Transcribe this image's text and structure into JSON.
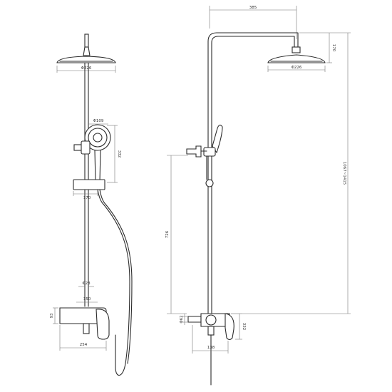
{
  "front_view": {
    "overhead_diameter": "Φ226",
    "hand_shower_diameter": "Φ109",
    "hand_shower_height": "332",
    "bracket_offset": "170",
    "pipe_diameter": "Φ23",
    "spout_offset": "150",
    "mixer_height": "93",
    "mixer_width": "254"
  },
  "side_view": {
    "arm_reach": "385",
    "overhead_height": "170",
    "overhead_diameter": "Φ226",
    "total_height": "1067~1415",
    "rail_height": "726",
    "inlet_height": "Φ62",
    "mixer_depth": "138",
    "mixer_height": "332"
  }
}
